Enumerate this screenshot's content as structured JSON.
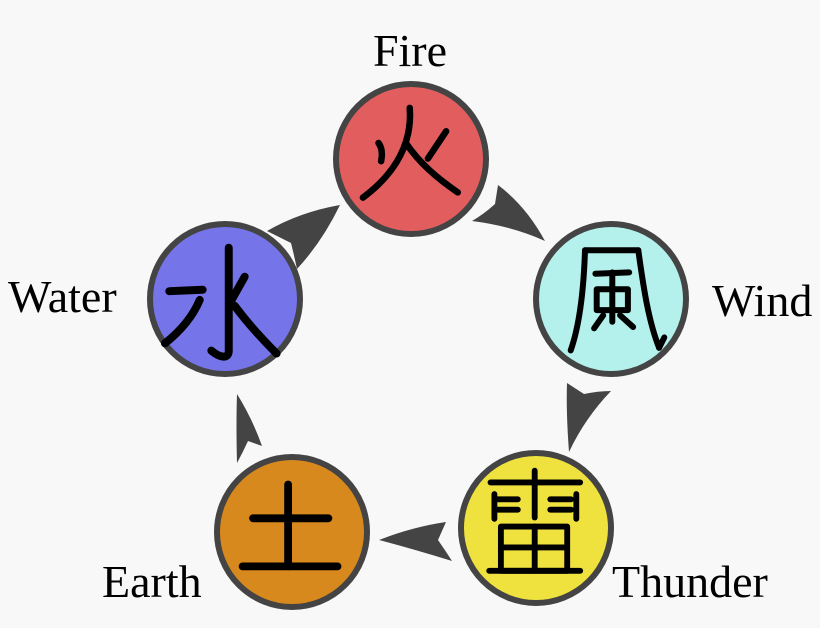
{
  "diagram": {
    "background_color": "#f8f8f8",
    "outline_color": "#444444",
    "arrow_color": "#444444",
    "text_color": "#000000",
    "nodes": [
      {
        "id": "fire",
        "label": "Fire",
        "kanji": "火",
        "color": "#e25e5e"
      },
      {
        "id": "wind",
        "label": "Wind",
        "kanji": "風",
        "color": "#b4f1ec"
      },
      {
        "id": "thunder",
        "label": "Thunder",
        "kanji": "雷",
        "color": "#f0e23e"
      },
      {
        "id": "earth",
        "label": "Earth",
        "kanji": "土",
        "color": "#d8891e"
      },
      {
        "id": "water",
        "label": "Water",
        "kanji": "水",
        "color": "#7574e8"
      }
    ],
    "edges": [
      {
        "from": "Fire",
        "to": "Wind"
      },
      {
        "from": "Wind",
        "to": "Thunder"
      },
      {
        "from": "Thunder",
        "to": "Earth"
      },
      {
        "from": "Earth",
        "to": "Water"
      },
      {
        "from": "Water",
        "to": "Fire"
      }
    ]
  }
}
